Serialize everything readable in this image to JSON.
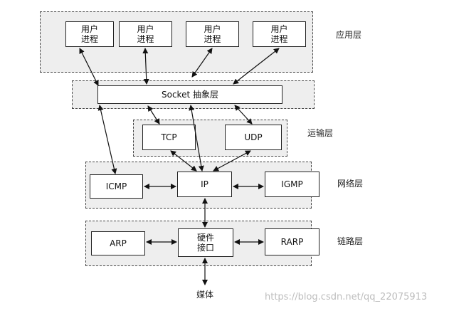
{
  "layers": {
    "application": "应用层",
    "transport": "运输层",
    "network": "网络层",
    "link": "链路层"
  },
  "app_boxes": [
    "用户\n进程",
    "用户\n进程",
    "用户\n进程",
    "用户\n进程"
  ],
  "socket": "Socket 抽象层",
  "transport_boxes": {
    "tcp": "TCP",
    "udp": "UDP"
  },
  "network_boxes": {
    "icmp": "ICMP",
    "ip": "IP",
    "igmp": "IGMP"
  },
  "link_boxes": {
    "arp": "ARP",
    "hw": "硬件\n接口",
    "rarp": "RARP"
  },
  "medium": "媒体",
  "watermark": "https://blog.csdn.net/qq_22075913"
}
